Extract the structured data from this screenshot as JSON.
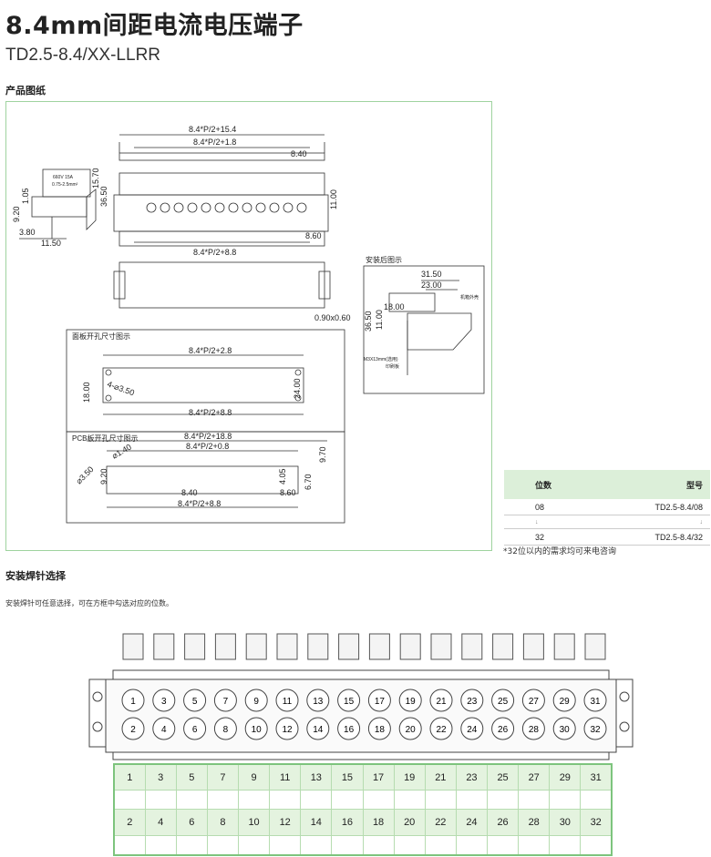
{
  "title": "8.4mm间距电流电压端子",
  "model": "TD2.5-8.4/XX-LLRR",
  "sections": {
    "drawing": "产品图纸",
    "pins": "安装焊针选择"
  },
  "drawing": {
    "dims": {
      "total": "8.4*P/2+15.4",
      "inner": "8.4*P/2+1.8",
      "pitch": "8.40",
      "bottom": "8.4*P/2+8.8",
      "h1": "36.50",
      "h2": "15.70",
      "h3": "11.00",
      "h4": "1.05",
      "h5": "9.20",
      "h6": "3.80",
      "h7": "11.50",
      "b1": "8.60",
      "pin": "0.90x0.60",
      "label1": "660V 15A",
      "label2": "0.75-2.5mm²"
    },
    "panel": {
      "title": "面板开孔尺寸图示",
      "w": "8.4*P/2+2.8",
      "holes": "4-⌀3.50",
      "h": "18.00",
      "bw": "8.4*P/2+8.8",
      "bh": "24.00"
    },
    "pcb": {
      "title": "PCB板开孔尺寸图示",
      "w1": "8.4*P/2+18.8",
      "w2": "8.4*P/2+0.8",
      "d1": "⌀1.40",
      "d2": "⌀3.50",
      "v1": "9.20",
      "v2": "4.05",
      "v3": "6.70",
      "v4": "9.70",
      "pitch": "8.40",
      "b1": "8.60",
      "bw": "8.4*P/2+8.8"
    },
    "installed": {
      "title": "安装后图示",
      "w1": "31.50",
      "w2": "23.00",
      "h1": "18.00",
      "h2": "36.50",
      "h3": "11.00",
      "note1": "机箱外壳",
      "note2": "M3X13mm(选用)",
      "note3": "印刷板"
    }
  },
  "spec_table": {
    "headers": [
      "位数",
      "型号"
    ],
    "rows": [
      {
        "pos": "08",
        "type": "TD2.5-8.4/08"
      },
      {
        "pos": "↓",
        "type": "↓"
      },
      {
        "pos": "32",
        "type": "TD2.5-8.4/32"
      }
    ],
    "note": "*32位以内的需求均可来电咨询"
  },
  "pins": {
    "desc": "安装焊针可任意选择，可在方框中勾选对应的位数。",
    "odd": [
      "1",
      "3",
      "5",
      "7",
      "9",
      "11",
      "13",
      "15",
      "17",
      "19",
      "21",
      "23",
      "25",
      "27",
      "29",
      "31"
    ],
    "even": [
      "2",
      "4",
      "6",
      "8",
      "10",
      "12",
      "14",
      "16",
      "18",
      "20",
      "22",
      "24",
      "26",
      "28",
      "30",
      "32"
    ]
  },
  "colors": {
    "accent": "#7dc47d",
    "header_bg": "#dcefd9"
  }
}
